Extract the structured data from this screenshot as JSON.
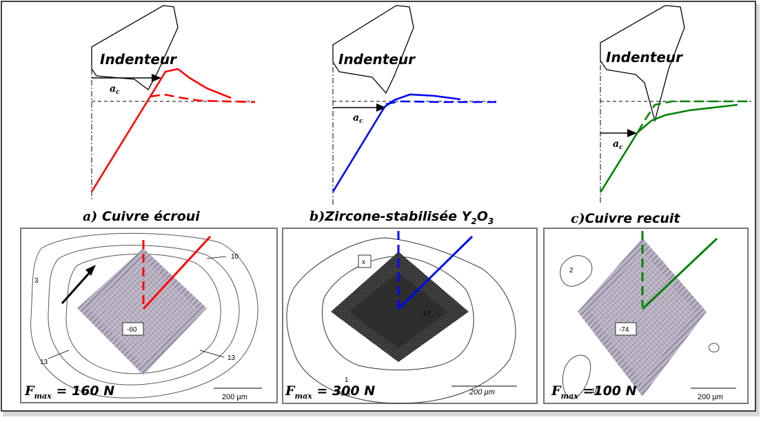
{
  "panels": [
    {
      "indenter_label": "Indenteur",
      "ac_main": "a",
      "ac_sub": "c",
      "caption_letter": "a)",
      "caption_text": "Cuivre écroui",
      "fmax_symbol": "F",
      "fmax_sub": "max",
      "fmax_value": " = 160 N",
      "scale": "200 µm",
      "contour_labels": [
        "10",
        "3",
        "13",
        "13"
      ],
      "center_value": "-60",
      "color": "#ff0000"
    },
    {
      "indenter_label": "Indenteur",
      "ac_main": "a",
      "ac_sub": "c",
      "caption_letter": "b)",
      "caption_text": "Zircone-stabilisée Y",
      "caption_sub1": "2",
      "caption_mid": "O",
      "caption_sub2": "3",
      "fmax_symbol": "F",
      "fmax_sub": "max",
      "fmax_value": " = 300 N",
      "scale": "200 µm",
      "contour_labels": [
        "x",
        "1",
        "0.5"
      ],
      "center_value": "-17",
      "color": "#0000ff"
    },
    {
      "indenter_label": "Indenteur",
      "ac_main": "a",
      "ac_sub": "c",
      "caption_letter": "c)",
      "caption_text": "Cuivre recuit",
      "fmax_symbol": "F",
      "fmax_sub": "max",
      "fmax_value": " =100 N",
      "scale": "200 µm",
      "contour_labels": [
        "2",
        "10"
      ],
      "center_value": "-74",
      "color": "#008000"
    }
  ]
}
